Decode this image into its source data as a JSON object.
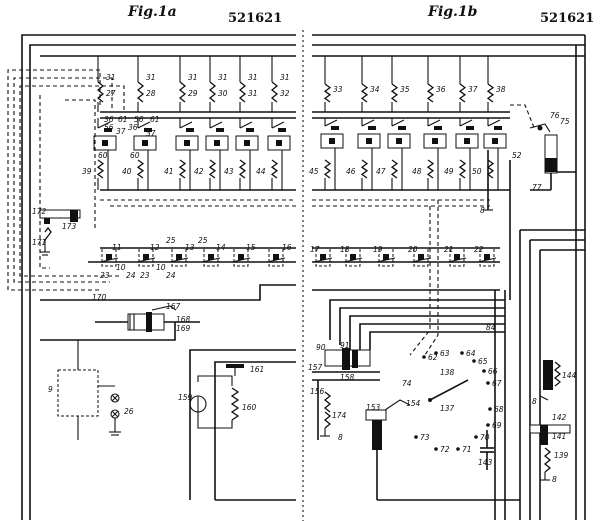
{
  "figures": [
    {
      "id": "fig1a",
      "title": "Fig.1a",
      "patent_number": "521621"
    },
    {
      "id": "fig1b",
      "title": "Fig.1b",
      "patent_number": "521621"
    }
  ],
  "labels": {
    "fig1a": {
      "top_coils": [
        "27",
        "28",
        "29",
        "30",
        "31",
        "32"
      ],
      "top_coil_contacts": [
        "31",
        "31",
        "31",
        "31",
        "31",
        "31"
      ],
      "switch_refs": [
        "36",
        "37",
        "56",
        "61",
        "56",
        "61",
        "36",
        "37"
      ],
      "lower_coils": [
        "39",
        "40",
        "41",
        "42",
        "43",
        "44"
      ],
      "bank_refs": [
        "60",
        "60"
      ],
      "relay_row_top": [
        "11",
        "12",
        "13",
        "25",
        "25",
        "14",
        "15",
        "16"
      ],
      "relay_row_bottom": [
        "23",
        "10",
        "24",
        "23",
        "10",
        "24"
      ],
      "misc": [
        "172",
        "173",
        "171",
        "170",
        "167",
        "168",
        "169",
        "9",
        "26",
        "159",
        "161",
        "160"
      ]
    },
    "fig1b": {
      "top_coils": [
        "33",
        "34",
        "35",
        "36",
        "37",
        "38"
      ],
      "lower_coils": [
        "45",
        "46",
        "47",
        "48",
        "49",
        "50"
      ],
      "relay_row": [
        "17",
        "18",
        "19",
        "20",
        "21",
        "22"
      ],
      "misc": [
        "52",
        "8",
        "75",
        "76",
        "77",
        "84",
        "90",
        "91",
        "157",
        "158",
        "156",
        "174",
        "8",
        "153",
        "154",
        "62",
        "63",
        "64",
        "65",
        "66",
        "67",
        "68",
        "69",
        "70",
        "71",
        "72",
        "73",
        "74",
        "138",
        "137",
        "143",
        "144",
        "8",
        "142",
        "141",
        "139",
        "8"
      ]
    }
  }
}
